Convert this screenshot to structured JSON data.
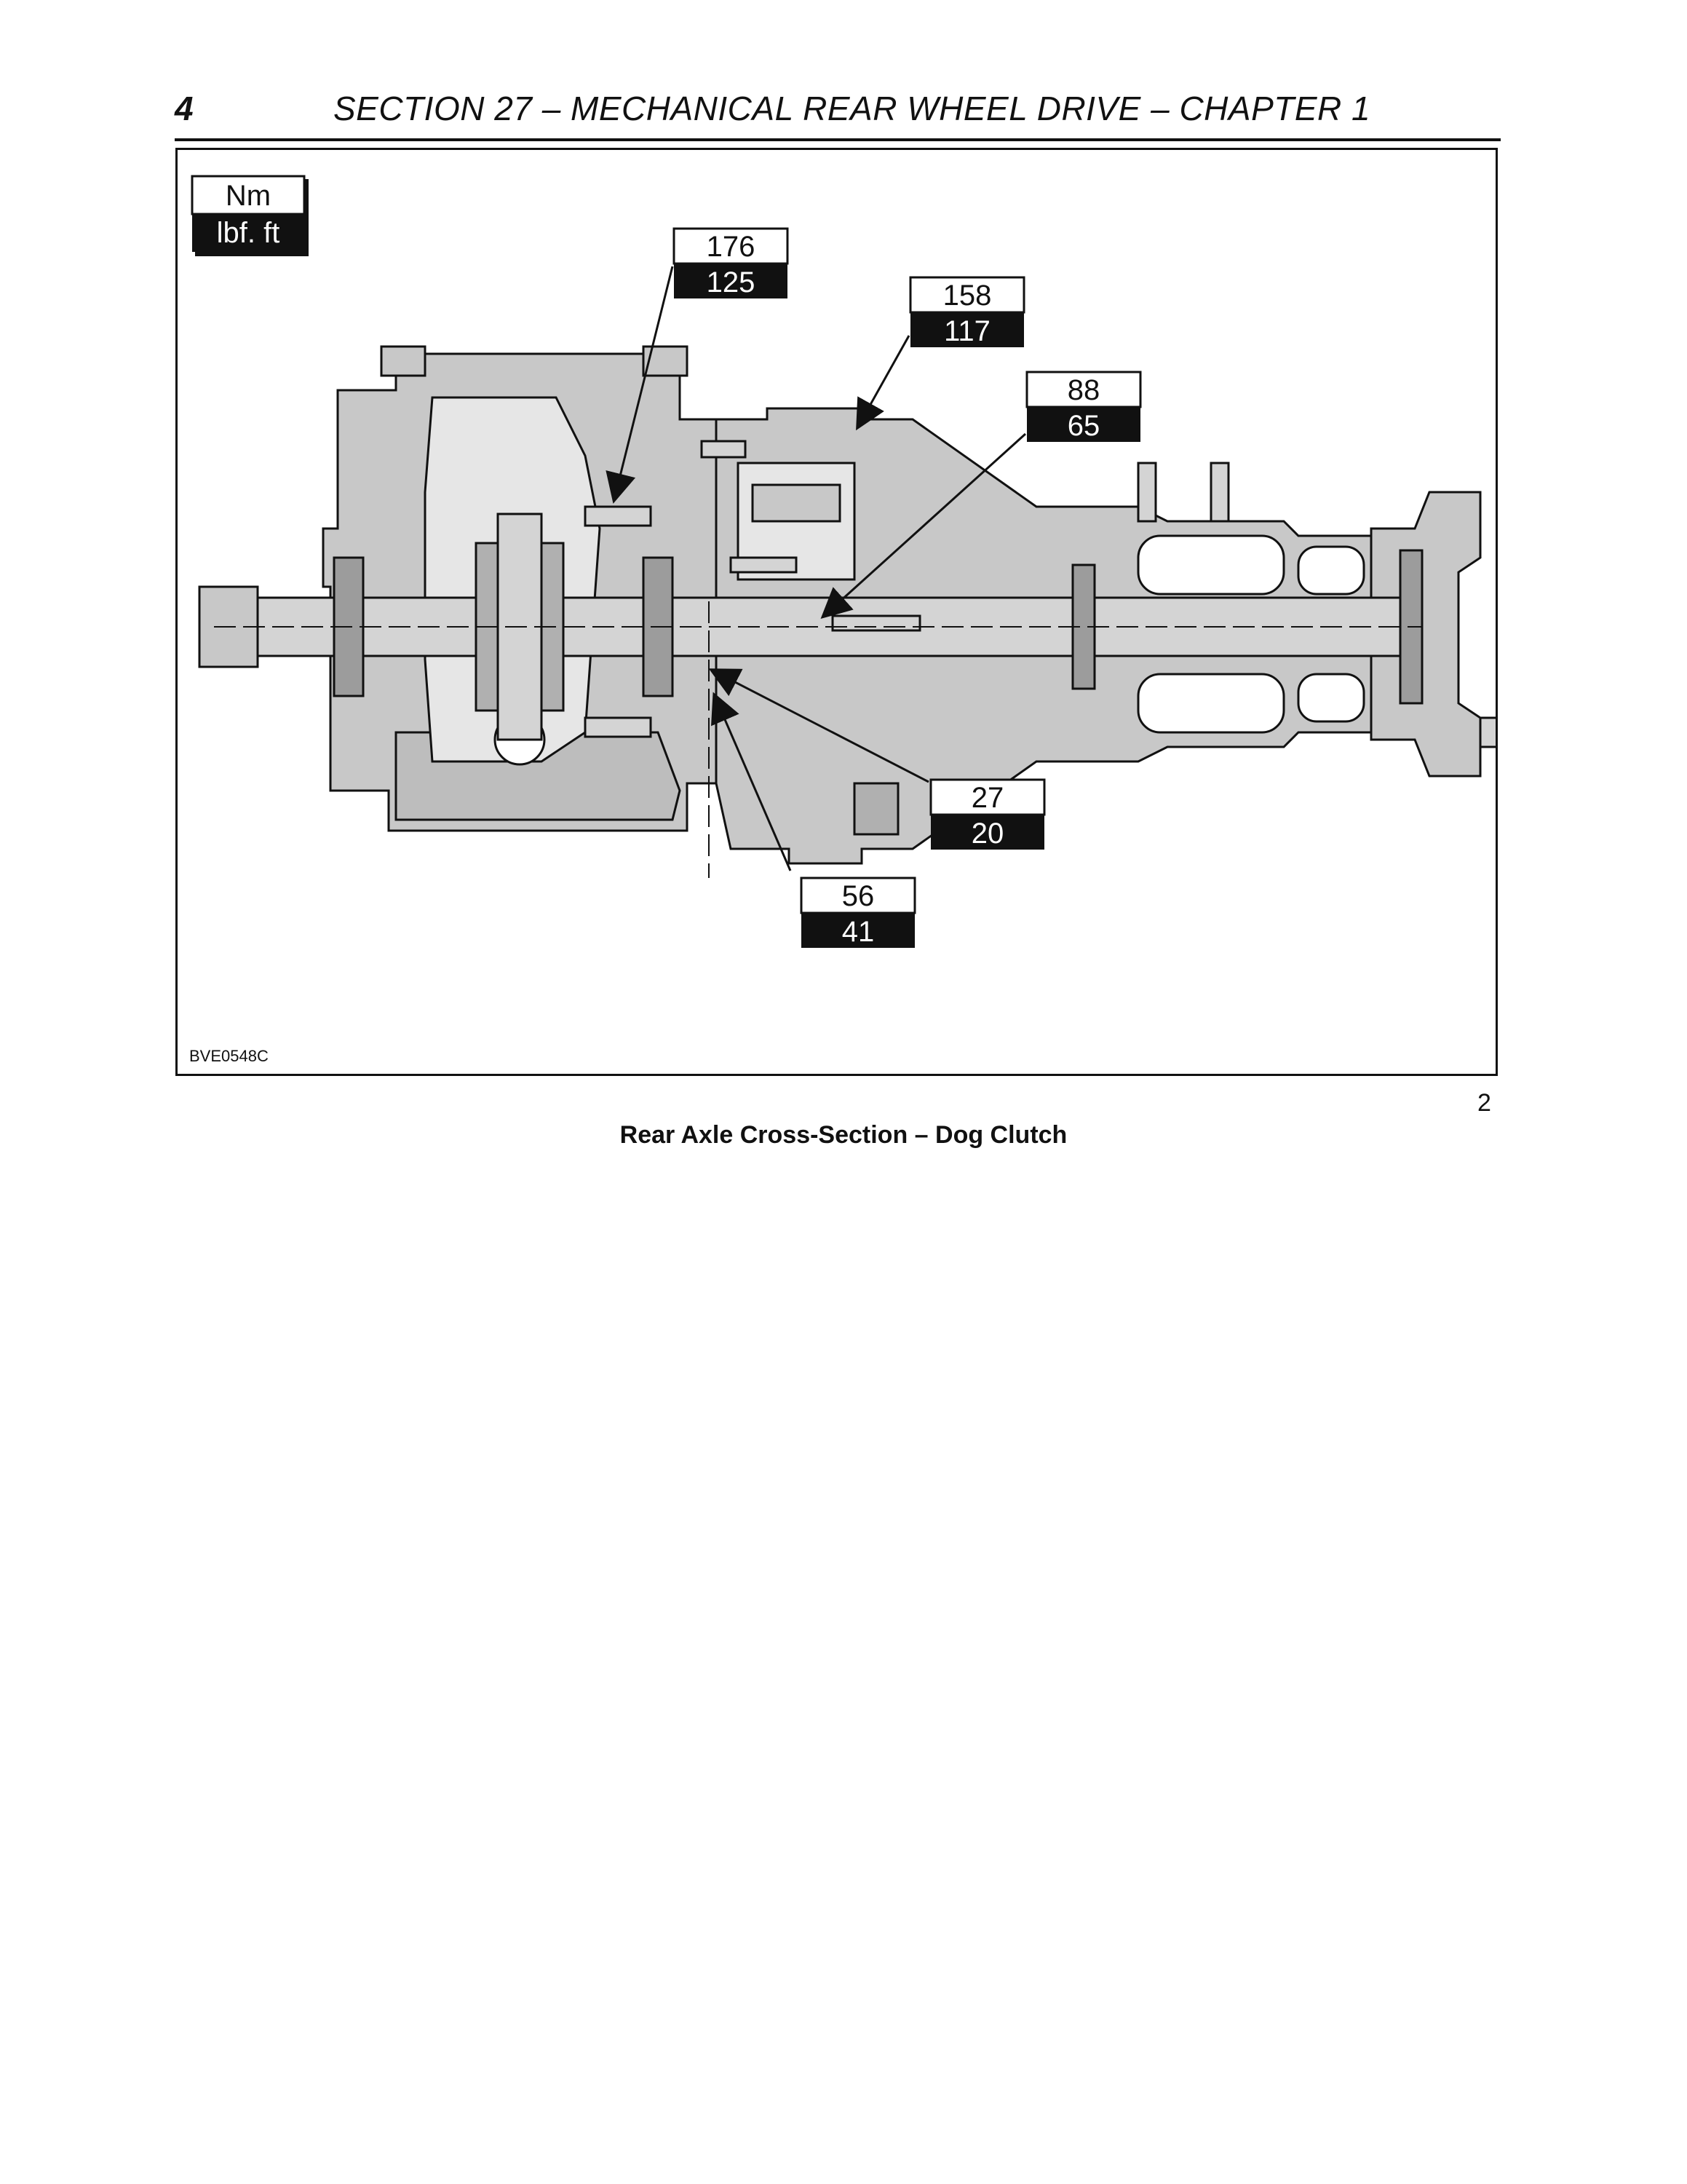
{
  "header": {
    "page_number": "4",
    "section_title": "SECTION 27 – MECHANICAL REAR WHEEL DRIVE – CHAPTER 1"
  },
  "figure": {
    "units": {
      "top": "Nm",
      "bottom": "lbf. ft"
    },
    "torque_callouts": [
      {
        "nm": "176",
        "lbf_ft": "125"
      },
      {
        "nm": "158",
        "lbf_ft": "117"
      },
      {
        "nm": "88",
        "lbf_ft": "65"
      },
      {
        "nm": "27",
        "lbf_ft": "20"
      },
      {
        "nm": "56",
        "lbf_ft": "41"
      }
    ],
    "figure_id": "BVE0548C",
    "figure_number": "2",
    "caption": "Rear Axle Cross-Section – Dog Clutch"
  },
  "colors": {
    "body_gray": "#c8c8c8",
    "ink": "#111111",
    "paper": "#ffffff"
  }
}
